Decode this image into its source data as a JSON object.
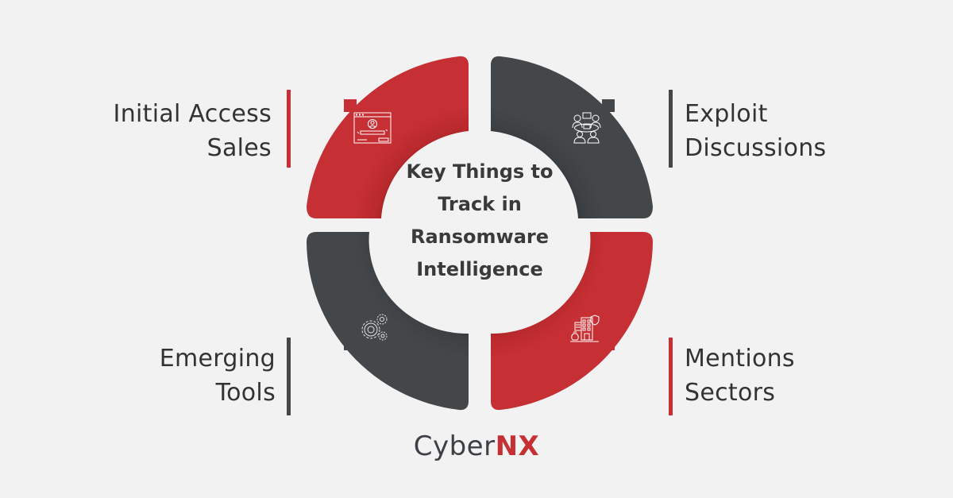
{
  "diagram": {
    "title_lines": [
      "Key Things to",
      "Track in",
      "Ransomware",
      "Intelligence"
    ],
    "segments": [
      {
        "position": "top-left",
        "label_lines": [
          "Initial Access",
          "Sales"
        ],
        "color": "#c62f33",
        "icon": "login-window-icon"
      },
      {
        "position": "top-right",
        "label_lines": [
          "Exploit",
          "Discussions"
        ],
        "color": "#43474a",
        "icon": "group-meeting-icon"
      },
      {
        "position": "bottom-left",
        "label_lines": [
          "Emerging",
          "Tools"
        ],
        "color": "#43474a",
        "icon": "gears-icon"
      },
      {
        "position": "bottom-right",
        "label_lines": [
          "Mentions",
          "Sectors"
        ],
        "color": "#c62f33",
        "icon": "building-shield-icon"
      }
    ]
  },
  "brand": {
    "logo_part1": "Cyber",
    "logo_part2": "NX",
    "colors": {
      "red": "#c62f33",
      "dark": "#43474a",
      "background": "#f2f2f2",
      "text": "#333333"
    }
  }
}
